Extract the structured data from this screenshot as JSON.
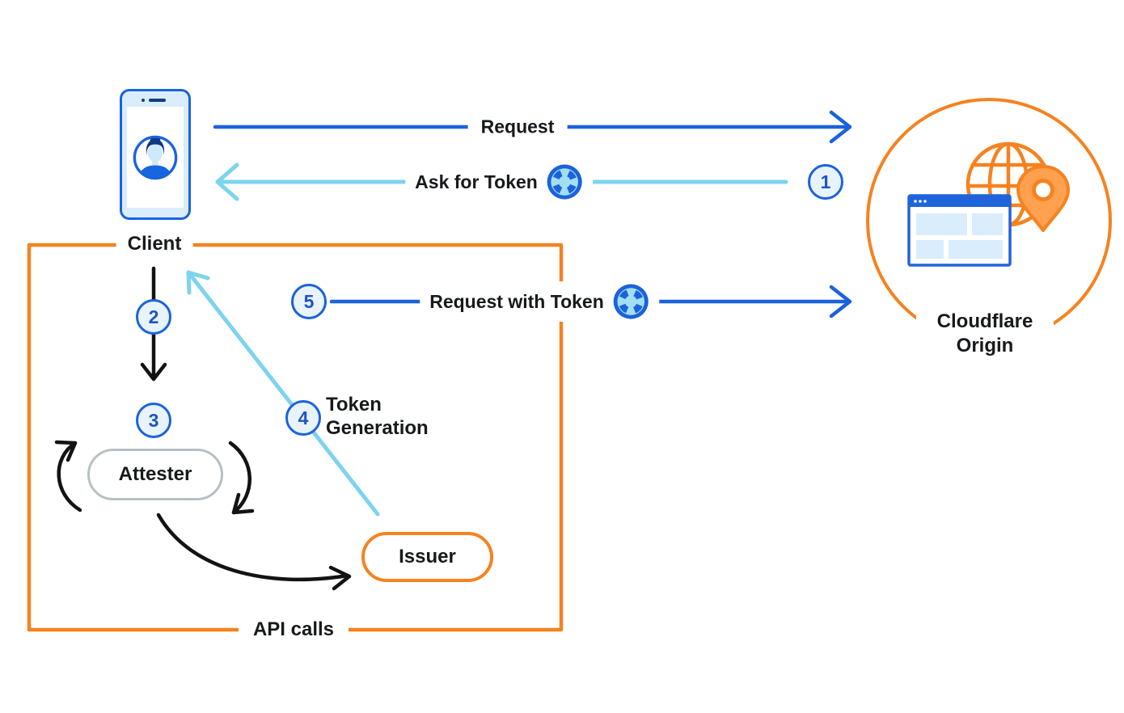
{
  "nodes": {
    "client": {
      "label": "Client"
    },
    "cloudflare_origin": {
      "label": "Cloudflare Origin"
    },
    "attester": {
      "label": "Attester"
    },
    "issuer": {
      "label": "Issuer"
    }
  },
  "arrows": {
    "request": {
      "label": "Request"
    },
    "ask_for_token": {
      "label": "Ask for Token"
    },
    "request_with_token": {
      "label": "Request with Token"
    },
    "token_generation": {
      "label": "Token Generation"
    },
    "api_calls": {
      "label": "API calls"
    }
  },
  "steps": [
    "1",
    "2",
    "3",
    "4",
    "5"
  ],
  "icons": {
    "token": "token-icon",
    "client_device": "smartphone-user-icon",
    "origin_cluster": [
      "globe-icon",
      "browser-window-icon",
      "location-pin-icon"
    ]
  },
  "colors": {
    "blue": "#1b62dd",
    "light_blue": "#7cd4ee",
    "orange": "#f6821f",
    "pin_fill": "#ffa14f",
    "black": "#17191c",
    "gray_border": "#b9c0c3",
    "step_fill": "#e8f3fc",
    "light_fill": "#d9edfc",
    "token_inner": "#a2dff3"
  }
}
